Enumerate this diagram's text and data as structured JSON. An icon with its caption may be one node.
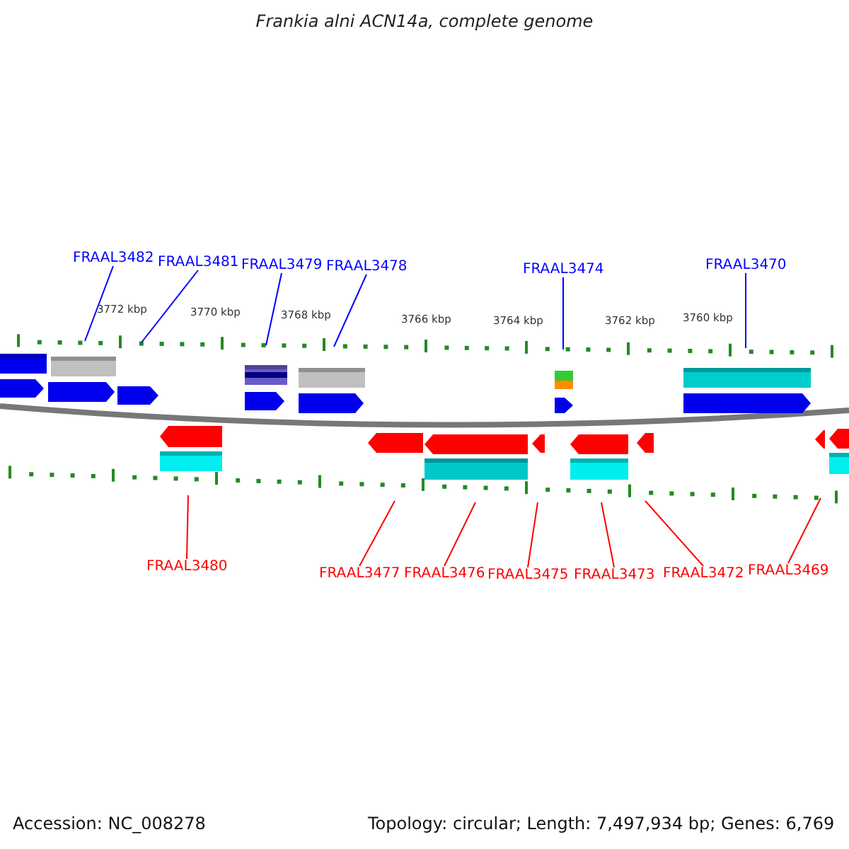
{
  "diagram": {
    "title": "Frankia alni ACN14a, complete genome",
    "nodes": [
      {
        "text": [
          "FRAAL3482"
        ]
      },
      {
        "text": [
          "FRAAL3481"
        ]
      },
      {
        "text": [
          "FRAAL3479"
        ]
      },
      {
        "text": [
          "FRAAL3478"
        ]
      },
      {
        "text": [
          "FRAAL3474"
        ]
      },
      {
        "text": [
          "FRAAL3470"
        ]
      },
      {
        "text": [
          "FRAAL3480"
        ]
      },
      {
        "text": [
          "FRAAL3477"
        ]
      },
      {
        "text": [
          "FRAAL3476"
        ]
      },
      {
        "text": [
          "FRAAL3475"
        ]
      },
      {
        "text": [
          "FRAAL3473"
        ]
      },
      {
        "text": [
          "FRAAL3472"
        ]
      },
      {
        "text": [
          "FRAAL3469"
        ]
      }
    ],
    "edges": [
      {
        "from": 0,
        "to": null,
        "arrow": "none",
        "color": "#0000ff"
      },
      {
        "from": 1,
        "to": null,
        "arrow": "none",
        "color": "#0000ff"
      },
      {
        "from": 2,
        "to": null,
        "arrow": "none",
        "color": "#0000ff"
      },
      {
        "from": 3,
        "to": null,
        "arrow": "none",
        "color": "#0000ff"
      },
      {
        "from": 4,
        "to": null,
        "arrow": "none",
        "color": "#0000ff"
      },
      {
        "from": 5,
        "to": null,
        "arrow": "none",
        "color": "#0000ff"
      },
      {
        "from": 6,
        "to": null,
        "arrow": "none",
        "color": "#ff0000"
      },
      {
        "from": 7,
        "to": null,
        "arrow": "none",
        "color": "#ff0000"
      },
      {
        "from": 8,
        "to": null,
        "arrow": "none",
        "color": "#ff0000"
      },
      {
        "from": 9,
        "to": null,
        "arrow": "none",
        "color": "#ff0000"
      },
      {
        "from": 10,
        "to": null,
        "arrow": "none",
        "color": "#ff0000"
      },
      {
        "from": 11,
        "to": null,
        "arrow": "none",
        "color": "#ff0000"
      },
      {
        "from": 12,
        "to": null,
        "arrow": "none",
        "color": "#ff0000"
      }
    ],
    "labels": [
      "3772 kbp",
      "3770 kbp",
      "3768 kbp",
      "3766 kbp",
      "3764 kbp",
      "3762 kbp",
      "3760 kbp",
      "Accession: NC_008278",
      "Topology: circular; Length: 7,497,934 bp; Genes: 6,769"
    ]
  }
}
